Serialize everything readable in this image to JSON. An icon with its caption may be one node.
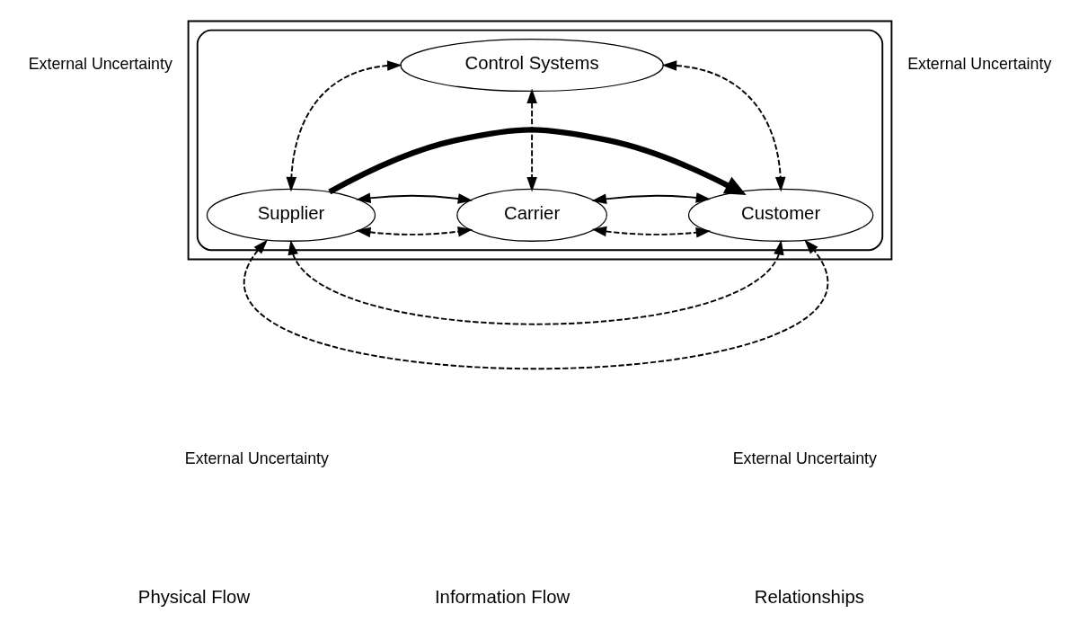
{
  "diagram": {
    "nodes": [
      {
        "text": [],
        "shape": "box"
      },
      {
        "text": [],
        "shape": "ellipse",
        "in": 0
      },
      {
        "text": [
          "Control Systems"
        ],
        "in": 1
      },
      {
        "text": [
          "Supplier"
        ],
        "in": 1
      },
      {
        "text": [
          "Carrier"
        ],
        "in": 1
      },
      {
        "text": [
          "Customer"
        ],
        "in": 1
      }
    ],
    "edges": [
      {
        "from": 2,
        "to": 3,
        "arrow": "both",
        "style": "dashed"
      },
      {
        "from": 2,
        "to": 4,
        "arrow": "both",
        "style": "dashed"
      },
      {
        "from": 2,
        "to": 5,
        "arrow": "both",
        "style": "dashed"
      },
      {
        "from": 3,
        "to": 5,
        "arrow": "to",
        "style": "thick"
      },
      {
        "from": 3,
        "to": 4,
        "arrow": "both",
        "style": "dashed"
      },
      {
        "from": 3,
        "to": 4,
        "arrow": "both"
      },
      {
        "from": 4,
        "to": 5,
        "arrow": "both",
        "style": "dashed"
      },
      {
        "from": 4,
        "to": 5,
        "arrow": "both"
      },
      {
        "from": 3,
        "to": 5,
        "arrow": "both",
        "style": "dashed"
      },
      {
        "from": 3,
        "to": 5,
        "arrow": "both",
        "style": "dashed"
      }
    ],
    "labels": [
      "External Uncertainty",
      "External Uncertainty",
      "External Uncertainty",
      "External Uncertainty"
    ],
    "legend": [
      {
        "text": "Physical Flow"
      },
      {
        "text": "Information Flow"
      },
      {
        "text": "Relationships"
      }
    ]
  }
}
